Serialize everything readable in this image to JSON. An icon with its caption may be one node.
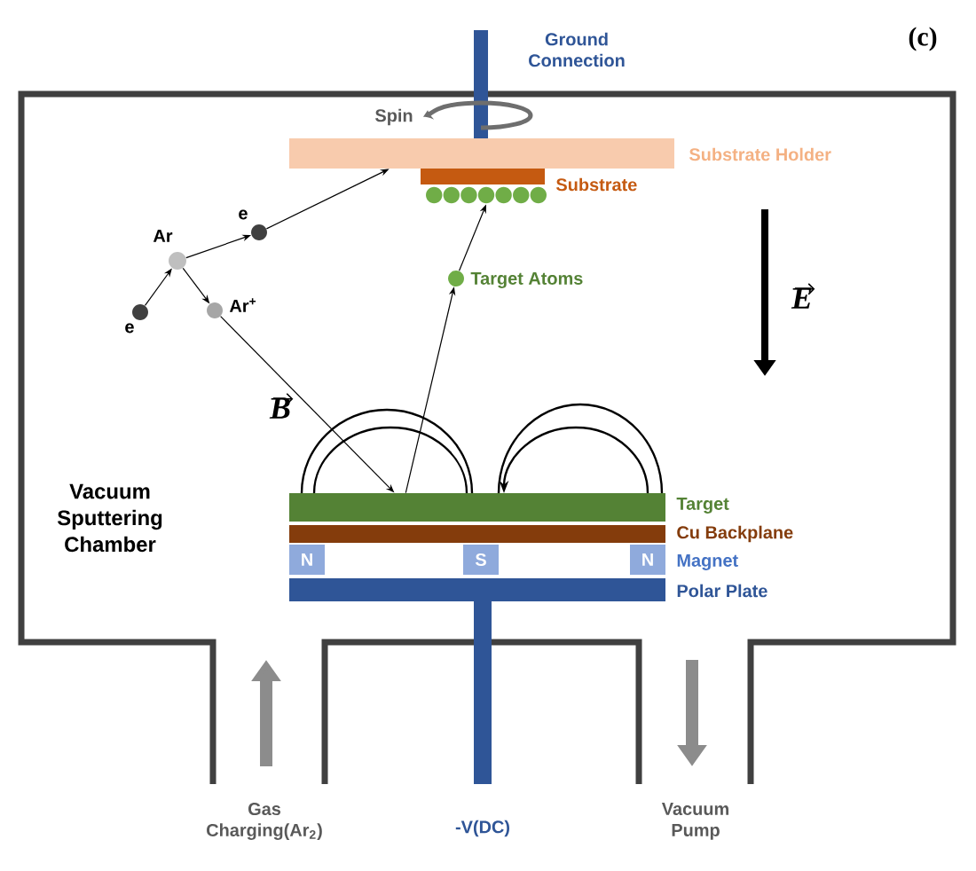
{
  "diagram": {
    "nodes": [
      {
        "text": [],
        "shape": "bar",
        "beside": [
          "Substrate Holder"
        ]
      },
      {
        "text": [],
        "shape": "bar",
        "beside": [
          "Substrate"
        ]
      },
      {
        "text": [],
        "shape": "circle"
      },
      {
        "text": [],
        "shape": "circle",
        "beside": [
          "e"
        ]
      },
      {
        "text": [],
        "shape": "circle",
        "beside": [
          "Ar"
        ]
      },
      {
        "text": [],
        "shape": "circle",
        "beside": [
          "e"
        ]
      },
      {
        "text": [],
        "shape": "circle",
        "beside": [
          "Ar$^{+}$"
        ]
      },
      {
        "text": [],
        "shape": "circle",
        "beside": [
          "Target Atoms"
        ]
      },
      {
        "text": [],
        "shape": "bar",
        "beside": [
          "Target"
        ]
      },
      {
        "text": [],
        "shape": "bar",
        "beside": [
          "Cu Backplane"
        ]
      },
      {
        "text": [
          "N"
        ]
      },
      {
        "text": [
          "S"
        ]
      },
      {
        "text": [
          "N"
        ]
      },
      {
        "text": [],
        "shape": "bar",
        "beside": [
          "Polar Plate"
        ]
      }
    ],
    "edges": [
      {
        "from": 3,
        "to": 4,
        "arrow": "to"
      },
      {
        "from": 4,
        "to": 5,
        "arrow": "to"
      },
      {
        "from": 4,
        "to": 6,
        "arrow": "to"
      },
      {
        "from": 5,
        "to": 0,
        "arrow": "to"
      },
      {
        "from": 6,
        "to": 8,
        "arrow": "to"
      },
      {
        "from": 8,
        "to": 7,
        "arrow": "to"
      },
      {
        "from": 7,
        "to": 2,
        "arrow": "to"
      }
    ],
    "labels": [
      "(c)",
      "Ground Connection",
      "Spin",
      "E",
      "B",
      "Magnet",
      "Vacuum Sputtering Chamber",
      "Gas Charging(Ar$_{2}$)",
      "-V(DC)",
      "Vacuum Pump"
    ]
  }
}
